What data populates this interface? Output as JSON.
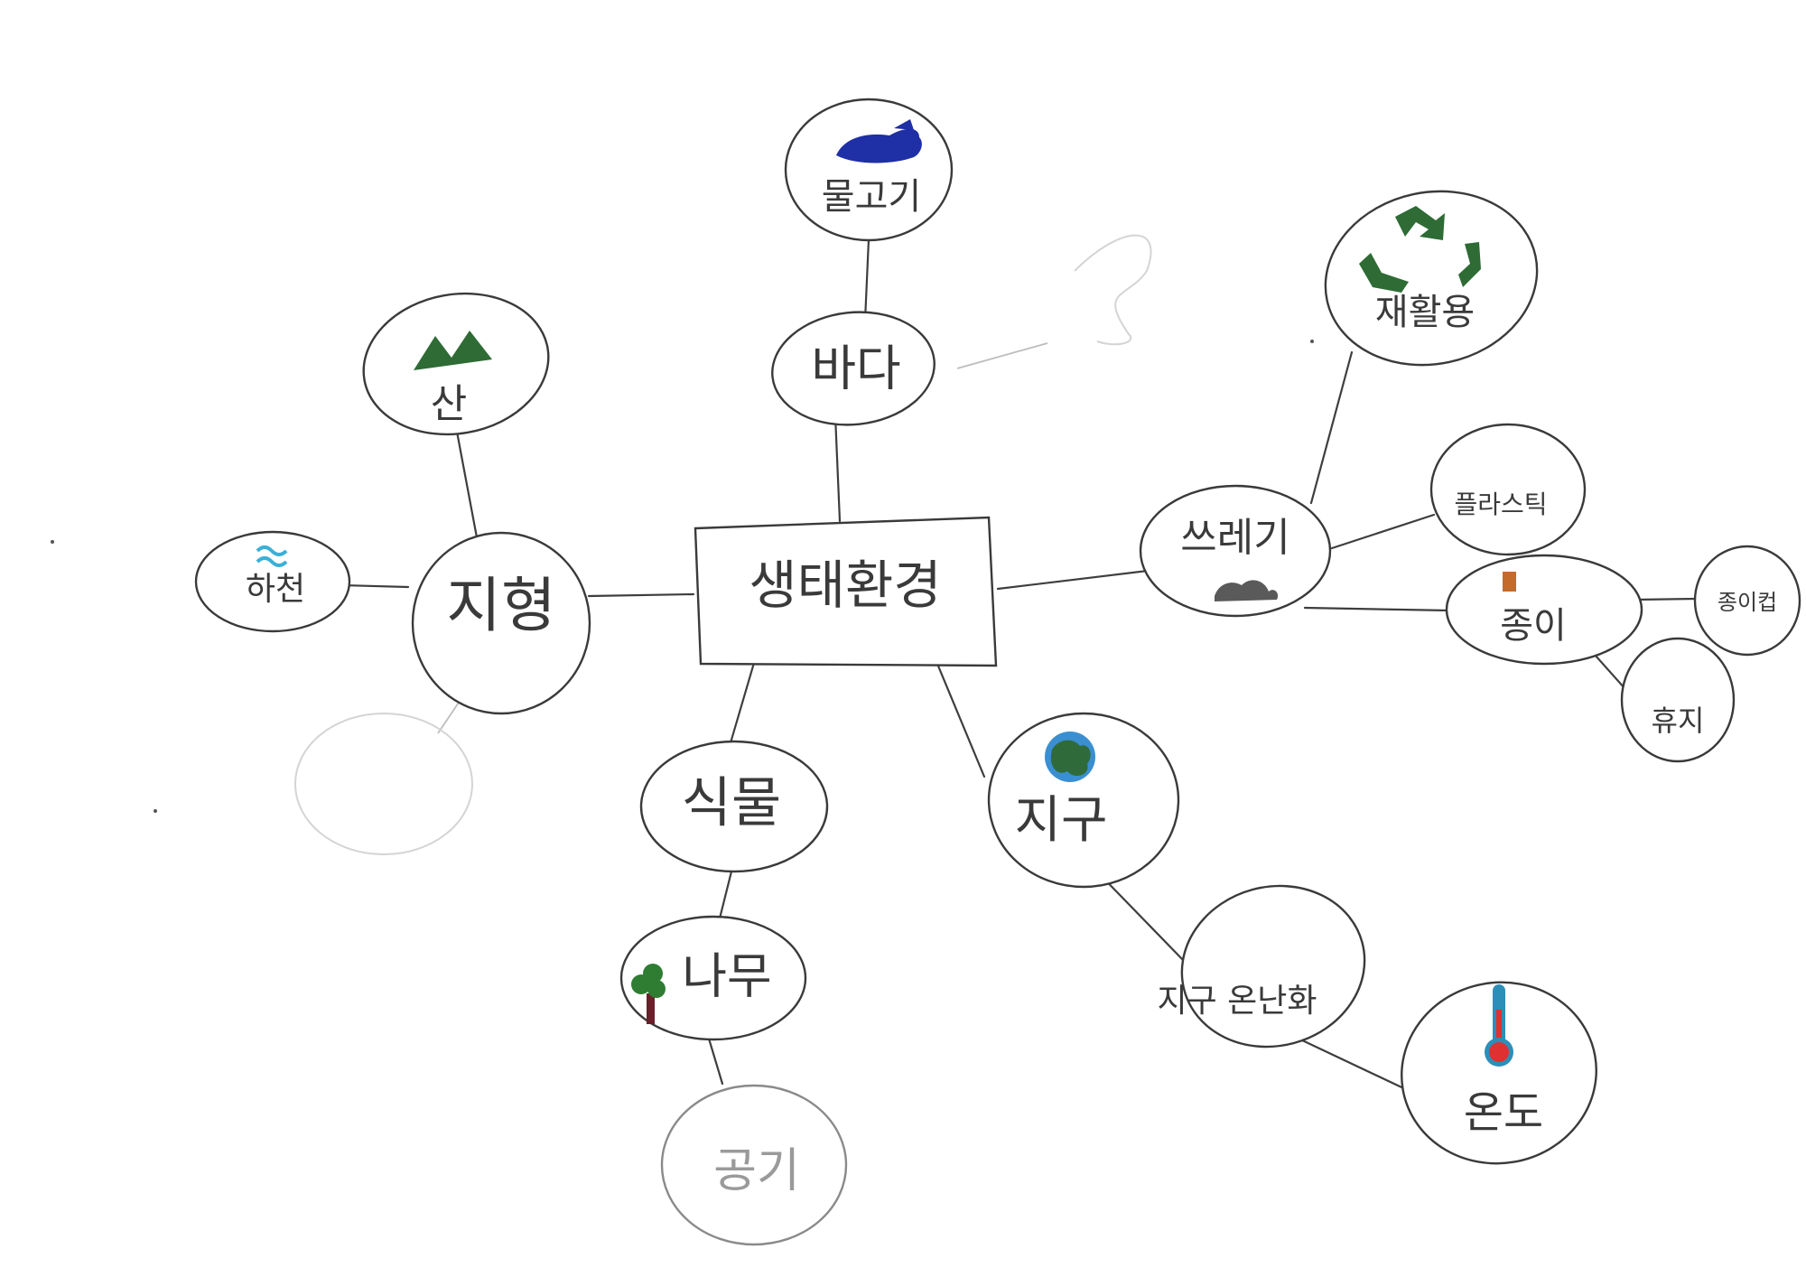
{
  "diagram": {
    "type": "mind-map",
    "center": "생태환경",
    "nodes": {
      "bada": "바다",
      "mulgogi": "물고기",
      "jihyeong": "지형",
      "san": "산",
      "hacheon": "하천",
      "sikmul": "식물",
      "namu": "나무",
      "gonggi": "공기",
      "jigu": "지구",
      "onnanhwa": "지구 온난화",
      "ondo": "온도",
      "sseuregi": "쓰레기",
      "jaehwalyong": "재활용",
      "plastic": "플라스틱",
      "jongi": "종이",
      "jongicup": "종이컵",
      "hyuji": "휴지"
    },
    "icons": {
      "mulgogi": "fish-icon",
      "san": "mountain-icon",
      "hacheon": "water-wave-icon",
      "namu": "tree-icon",
      "jigu": "globe-icon",
      "ondo": "thermometer-icon",
      "jaehwalyong": "recycle-icon",
      "sseuregi": "trash-pile-icon",
      "jongi": "paper-icon"
    },
    "colors": {
      "outline": "#3a3a3a",
      "fish": "#1f2fa6",
      "mountain": "#2e6b35",
      "water": "#3ab0d8",
      "tree_leaf": "#2e7d32",
      "tree_trunk": "#6b1f2a",
      "globe_sea": "#3a8fd0",
      "globe_land": "#2f6b3a",
      "thermo_tube": "#2b8fb8",
      "thermo_liquid": "#e03030",
      "recycle": "#2e6b35",
      "trash": "#5a5a5a",
      "paper": "#c46a2a"
    }
  }
}
